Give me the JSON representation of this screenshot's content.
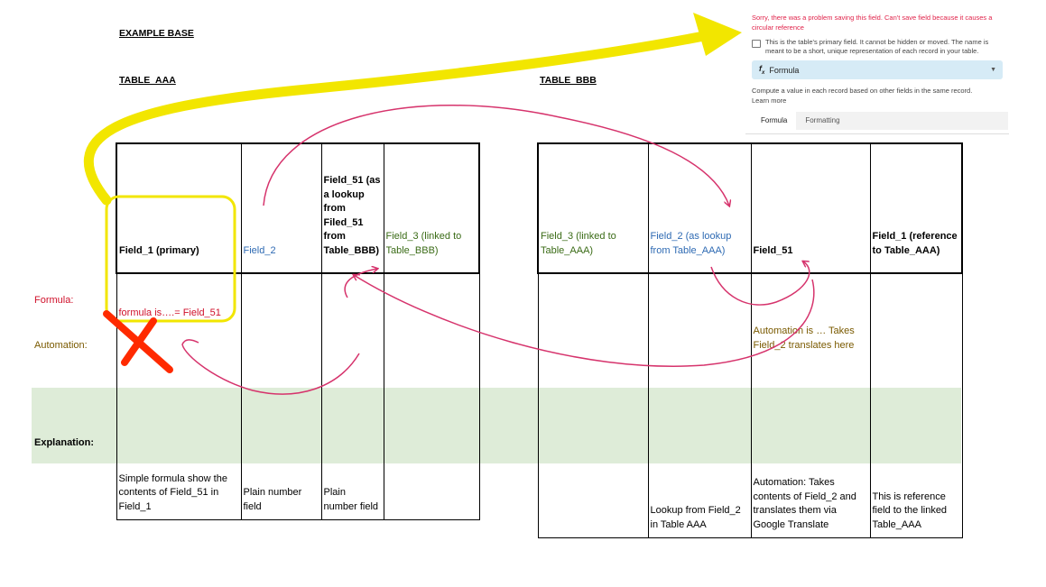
{
  "headings": {
    "base": "EXAMPLE BASE",
    "table_aaa": "TABLE_AAA",
    "table_bbb": "TABLE_BBB"
  },
  "row_labels": {
    "formula": "Formula:",
    "automation": "Automation:",
    "explanation": "Explanation:"
  },
  "table_aaa": {
    "headers": [
      "Field_1 (primary)",
      "Field_2",
      "Field_51 (as a lookup from Filed_51 from Table_BBB)",
      "Field_3 (linked to Table_BBB)",
      ""
    ],
    "formula_cell": "formula is….=  Field_51",
    "explanations": [
      "Simple formula show the contents of Field_51 in Field_1",
      "Plain number field",
      "Plain number field",
      "",
      ""
    ]
  },
  "table_bbb": {
    "headers": [
      "Field_3 (linked to Table_AAA)",
      "Field_2 (as lookup from Table_AAA)",
      "Field_51",
      "Field_1 (reference to Table_AAA)"
    ],
    "automation_cell": "Automation is … Takes Field_2 translates here",
    "explanations": [
      "",
      "Lookup from Field_2 in Table AAA",
      "Automation: Takes contents of Field_2 and translates them via Google Translate",
      "This is reference field to the linked Table_AAA"
    ]
  },
  "popup": {
    "error": "Sorry, there was a problem saving this field. Can't save field because it causes a circular reference",
    "primary_note": "This is the table's primary field. It cannot be hidden or moved. The name is meant to be a short, unique representation of each record in your table.",
    "field_type": "Formula",
    "description": "Compute a value in each record based on other fields in the same record.",
    "learn_more": "Learn more",
    "tabs": [
      "Formula",
      "Formatting"
    ]
  },
  "colors": {
    "highlight_yellow": "#f2e600",
    "arrow_pink": "#d6336c",
    "cross_red": "#ff2a00",
    "explanation_green": "#deecd8"
  }
}
